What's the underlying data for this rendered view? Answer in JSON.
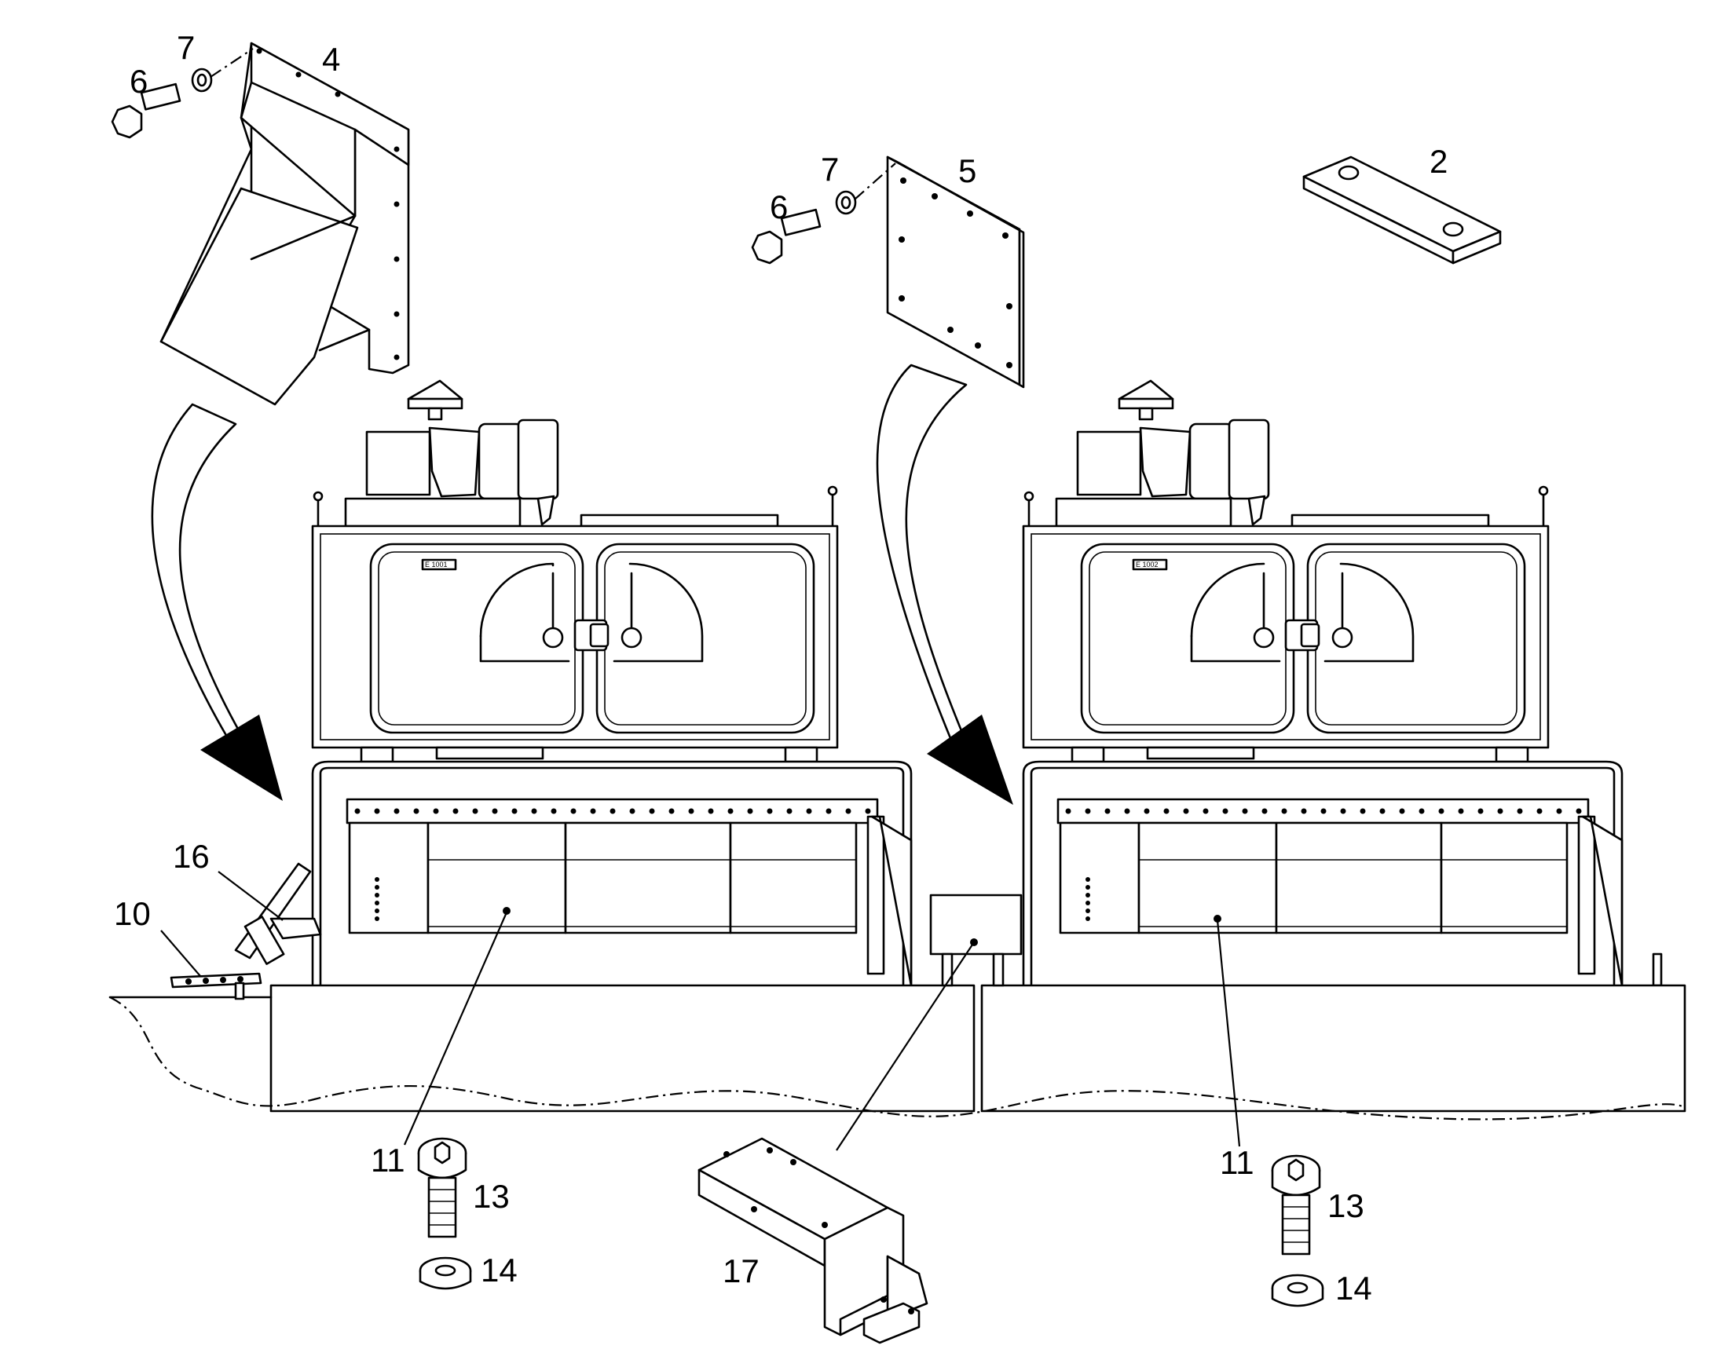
{
  "callouts": {
    "c2": "2",
    "c4": "4",
    "c5": "5",
    "c6a": "6",
    "c6b": "6",
    "c7a": "7",
    "c7b": "7",
    "c10": "10",
    "c11a": "11",
    "c11b": "11",
    "c13a": "13",
    "c13b": "13",
    "c14a": "14",
    "c14b": "14",
    "c16": "16",
    "c17": "17"
  },
  "unit_tags": {
    "left": "E 1001",
    "right": "E 1002"
  },
  "colors": {
    "line": "#000000",
    "background": "#ffffff"
  }
}
